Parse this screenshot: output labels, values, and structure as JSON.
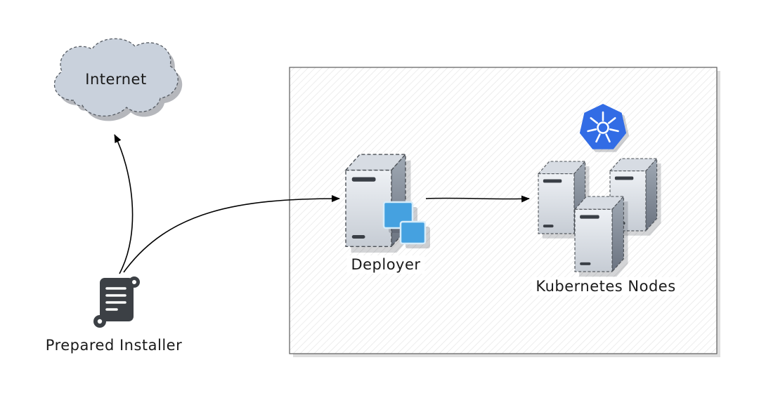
{
  "diagram": {
    "nodes": {
      "internet": {
        "label": "Internet",
        "icon": "cloud-icon",
        "fill_color": "#c9d1dc"
      },
      "prepared_installer": {
        "label": "Prepared Installer",
        "icon": "scroll-icon",
        "color": "#3c4045"
      },
      "deployer": {
        "label": "Deployer",
        "icon": "server-icon-with-app-squares",
        "accent_color": "#45a1e0"
      },
      "kubernetes_logo": {
        "icon": "kubernetes-logo-icon",
        "color": "#326ce5"
      },
      "kubernetes_nodes": {
        "label": "Kubernetes Nodes",
        "icon": "server-cluster-icon",
        "server_count": 3
      }
    },
    "edges": [
      {
        "from": "prepared-installer",
        "to": "internet",
        "style": "curved-arrow"
      },
      {
        "from": "prepared-installer",
        "to": "deployer",
        "style": "curved-arrow"
      },
      {
        "from": "deployer",
        "to": "kubernetes-nodes",
        "style": "straight-arrow"
      }
    ],
    "boundary": {
      "style": "diagonal-hatched-box"
    }
  }
}
